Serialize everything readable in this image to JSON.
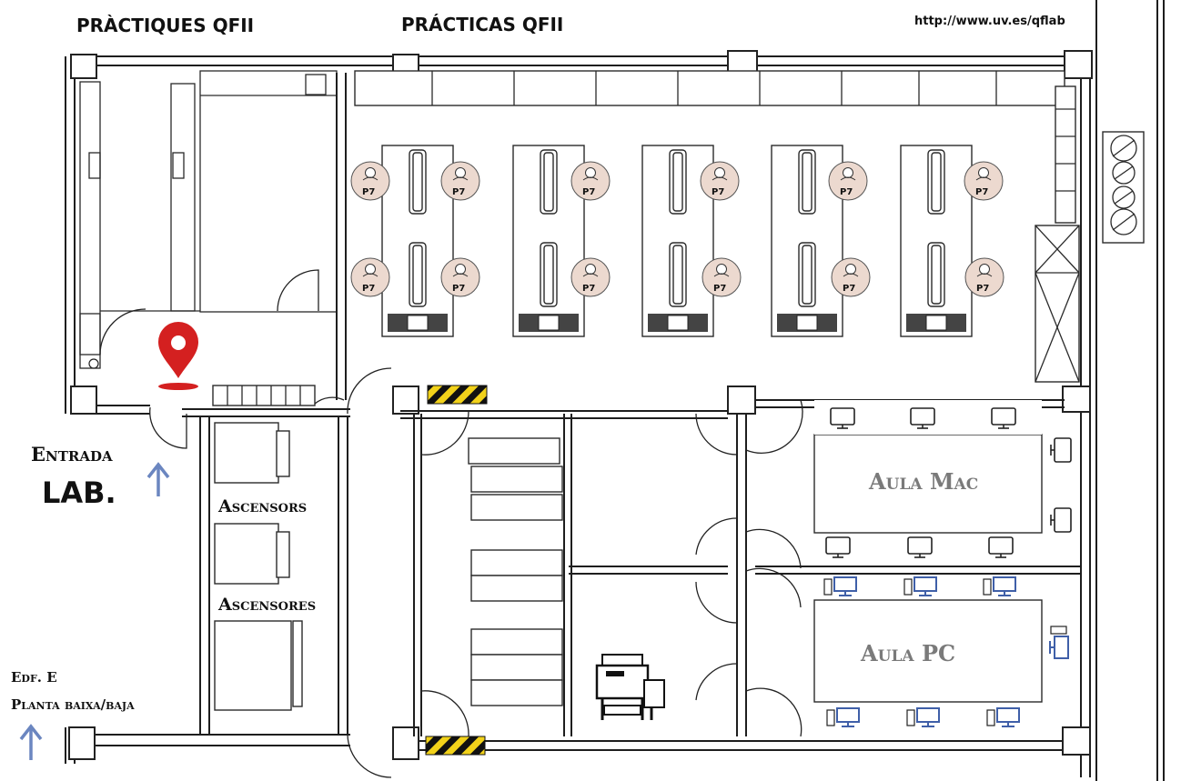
{
  "header": {
    "title_ca": "PRÀCTIQUES QFII",
    "title_es": "PRÁCTICAS QFII",
    "url": "http://www.uv.es/qflab"
  },
  "entrance": {
    "line1": "Entrada",
    "line2": "LAB."
  },
  "building": {
    "line1": "Edf. E",
    "line2": "Planta baixa/baja"
  },
  "elevators": {
    "label_ca": "Ascensors",
    "label_es": "Ascensores"
  },
  "rooms": {
    "mac": "Aula Mac",
    "pc": "Aula PC"
  },
  "workstation_label": "P7",
  "colors": {
    "pin": "#d42020",
    "arrow": "#6b86c0",
    "seat_fill": "#ecd9cf",
    "hazard_yellow": "#f2d21a",
    "room_text": "#7a7a7a",
    "pc_blue": "#3f5fa8"
  },
  "icons": [
    "location-pin-icon",
    "up-arrow-icon",
    "person-icon",
    "monitor-icon",
    "desktop-pc-icon",
    "printer-icon",
    "fume-hood-icon",
    "hazard-stripe-icon"
  ]
}
